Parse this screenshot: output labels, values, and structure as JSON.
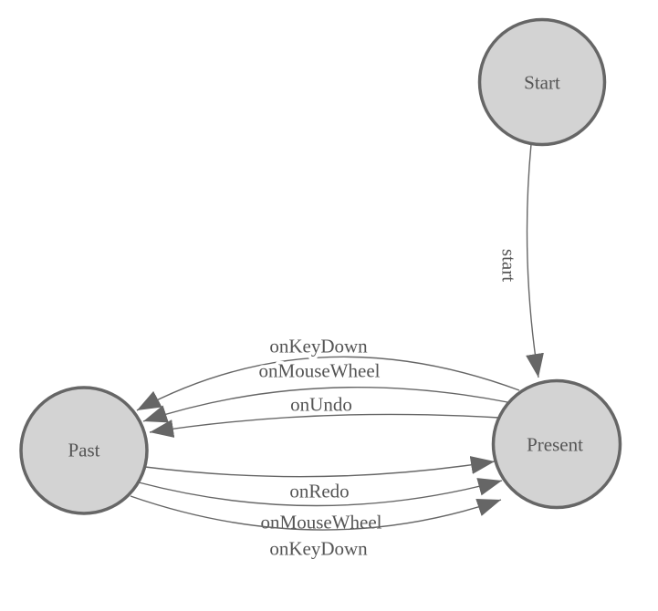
{
  "diagram": {
    "kind": "finite-state-machine",
    "background": "#ffffff",
    "colors": {
      "node_fill": "#d3d3d3",
      "node_stroke": "#666666",
      "edge_stroke": "#666666",
      "label_color": "#555555"
    },
    "nodes": [
      {
        "id": "start",
        "label": "Start"
      },
      {
        "id": "present",
        "label": "Present"
      },
      {
        "id": "past",
        "label": "Past"
      }
    ],
    "edges": [
      {
        "id": "start-to-present",
        "from": "Start",
        "to": "Present",
        "label": "start"
      },
      {
        "id": "present-to-past-keydown",
        "from": "Present",
        "to": "Past",
        "label": "onKeyDown"
      },
      {
        "id": "present-to-past-mousewheel",
        "from": "Present",
        "to": "Past",
        "label": "onMouseWheel"
      },
      {
        "id": "present-to-past-undo",
        "from": "Present",
        "to": "Past",
        "label": "onUndo"
      },
      {
        "id": "past-to-present-redo",
        "from": "Past",
        "to": "Present",
        "label": "onRedo"
      },
      {
        "id": "past-to-present-mousewheel",
        "from": "Past",
        "to": "Present",
        "label": "onMouseWheel"
      },
      {
        "id": "past-to-present-keydown",
        "from": "Past",
        "to": "Present",
        "label": "onKeyDown"
      }
    ]
  }
}
